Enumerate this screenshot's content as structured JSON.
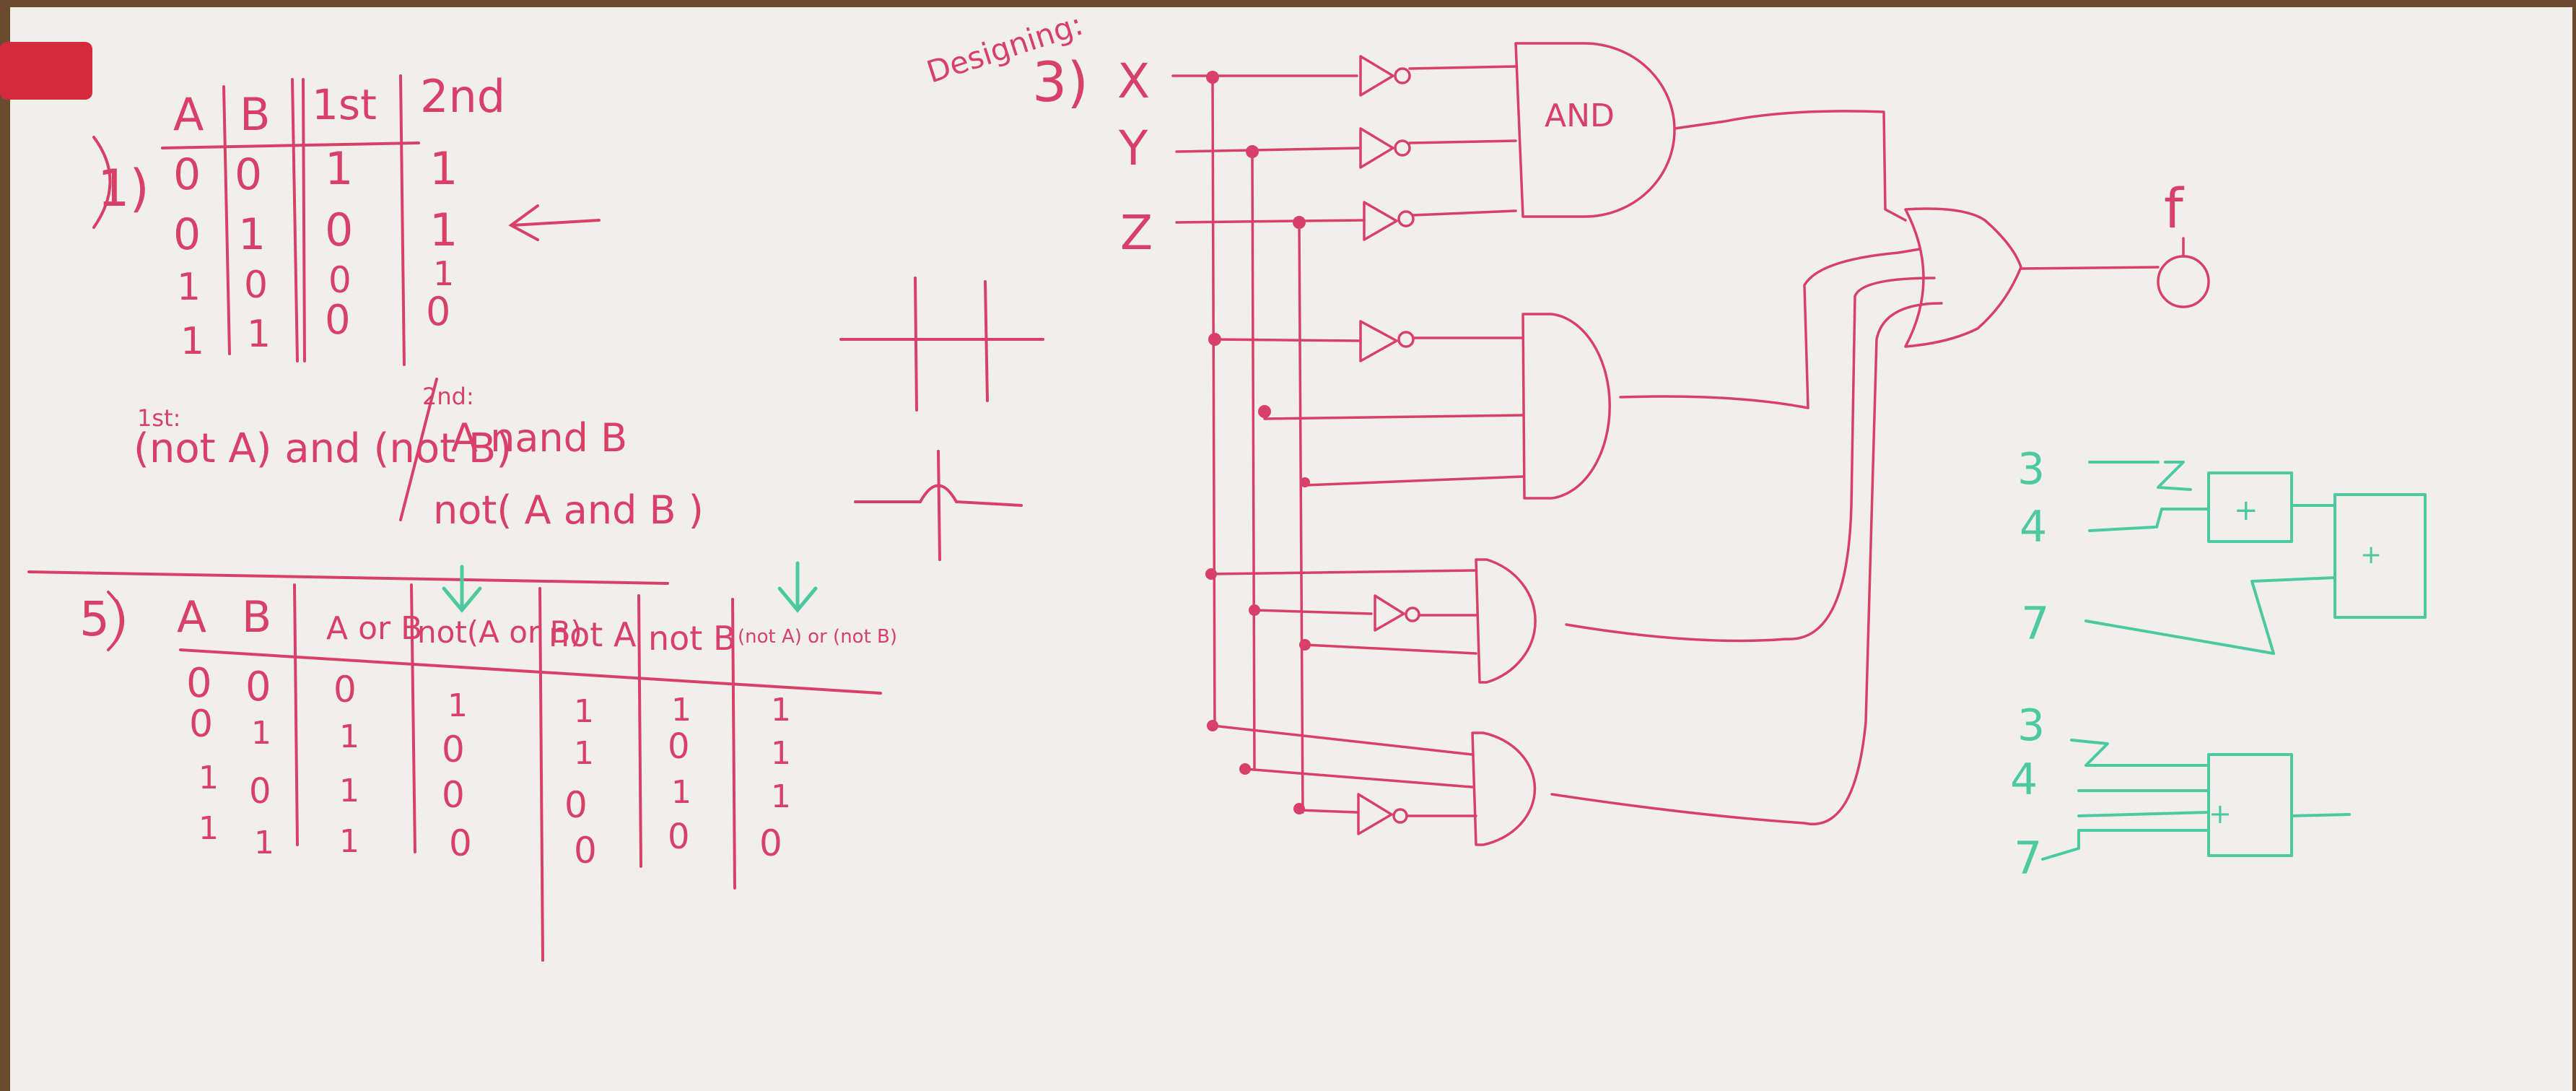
{
  "colors": {
    "board": "#f1efeb",
    "frame": "#6b4a2e",
    "red_marker": "#d8406a",
    "green_marker": "#4cc9a0",
    "magnet": "#d42a3c"
  },
  "problem1": {
    "number": "1)",
    "headers": [
      "A",
      "B",
      "1st",
      "2nd"
    ],
    "rows": [
      [
        "0",
        "0",
        "1",
        "1"
      ],
      [
        "0",
        "1",
        "0",
        "1"
      ],
      [
        "1",
        "0",
        "0",
        "1"
      ],
      [
        "1",
        "1",
        "0",
        "0"
      ]
    ],
    "arrow": "←",
    "first_label": "1st:",
    "first_expr": "(not A) and (not B)",
    "second_label": "2nd:",
    "second_expr1": "A nand B",
    "second_expr2": "not( A and B )"
  },
  "problem5": {
    "number": "5)",
    "headers": [
      "A",
      "B",
      "A or B",
      "not(A or B)",
      "not A",
      "not B",
      "(not A) or (not B)"
    ],
    "rows": [
      [
        "0",
        "0",
        "0",
        "1",
        "1",
        "1",
        "1"
      ],
      [
        "0",
        "1",
        "1",
        "0",
        "1",
        "0",
        "1"
      ],
      [
        "1",
        "0",
        "1",
        "0",
        "0",
        "1",
        "1"
      ],
      [
        "1",
        "1",
        "1",
        "0",
        "0",
        "0",
        "0"
      ]
    ]
  },
  "problem3": {
    "title": "Designing:",
    "number": "3)",
    "inputs": [
      "X",
      "Y",
      "Z"
    ],
    "gate_label": "AND",
    "output": "f"
  },
  "adders": {
    "top": [
      "3",
      "4",
      "7"
    ],
    "bottom": [
      "3",
      "4",
      "7"
    ],
    "plus": "+"
  }
}
